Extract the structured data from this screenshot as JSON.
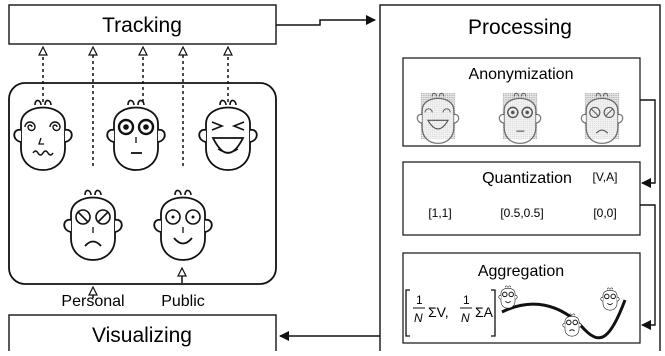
{
  "tracking": {
    "title": "Tracking"
  },
  "processing": {
    "title": "Processing",
    "anonymization": {
      "title": "Anonymization"
    },
    "quantization": {
      "title": "Quantization",
      "unit": "[V,A]",
      "values": [
        "[1,1]",
        "[0.5,0.5]",
        "[0,0]"
      ]
    },
    "aggregation": {
      "title": "Aggregation"
    }
  },
  "visualizing": {
    "title": "Visualizing"
  },
  "inputs": {
    "personal": "Personal",
    "public": "Public"
  },
  "faces": [
    "dizzy-face",
    "wide-eyed-face",
    "laughing-face",
    "angry-face",
    "smiling-face"
  ]
}
